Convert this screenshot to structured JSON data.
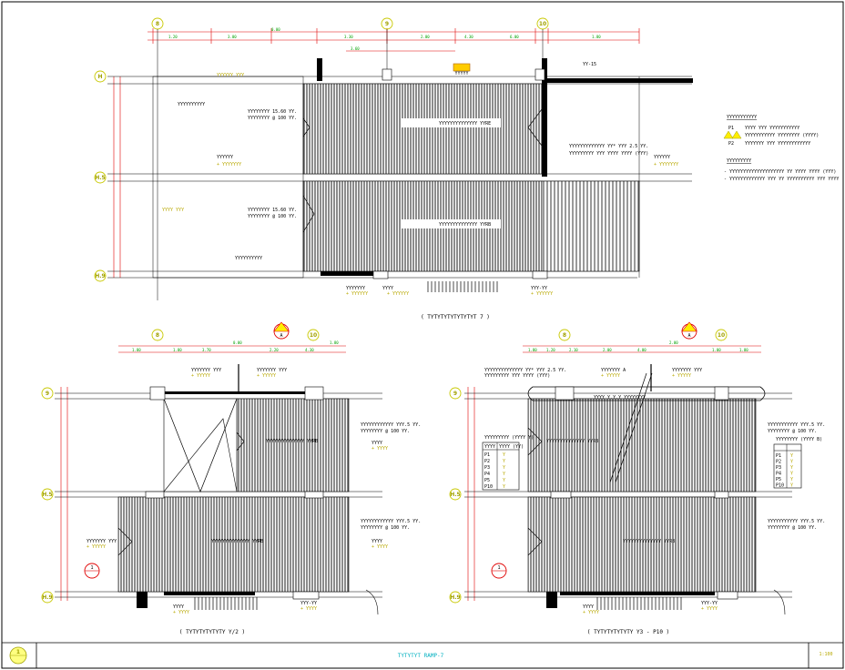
{
  "sheet": {
    "title": "TYTYTYT RAMP-7",
    "sheet_number": "1",
    "scale_note": "1:100"
  },
  "plan_top": {
    "caption": "( TYTYTYTYTYTYTYT 7 )",
    "grid_labels_top": [
      "8",
      "9",
      "10"
    ],
    "grid_labels_left": [
      "H",
      "H.5",
      "H.9"
    ],
    "dims_top_row": [
      "1.20",
      "3.00",
      "0.00",
      "3.30",
      "2.00",
      "4.30",
      "6.00",
      "1.80"
    ],
    "note_ramp_up": "YYYYYYYYYYYYYY YYRE",
    "note_ramp_down": "YYYYYYYYYYYYYY YYRB",
    "note_top_left": "YYYYYYYY 15.60 YY.",
    "note_bot_left": "YYYYYYYY 15.60 YY.",
    "note_right": "YYYYYYYYYYYYY YY* YYY 2.5 YY.",
    "section_tag": "YY-15",
    "section_tag_2": "YYY-YY",
    "marker_label": "YYYYY"
  },
  "legend": {
    "heading": "YYYYYYYYYYY",
    "items": [
      "YYYY YYY YYYYYYYYYYY",
      "YYYYYYYYYYY YYYYYYYY (YYYY)",
      "YYYYYYY YYY YYYYYYYYYYYY"
    ],
    "notes_heading": "YYYYYYYYY",
    "notes": [
      "- YYYYYYYYYYYYYYYYYYYY YY YYYY YYYY (YYY)",
      "- YYYYYYYYYYYYY YYY YY YYYYYYYYYY YYY YYYY"
    ]
  },
  "plan_left": {
    "caption": "( TYTYTYTYTYTY Y/2 )",
    "grid_labels_top": [
      "8",
      "10"
    ],
    "grid_labels_left": [
      "9",
      "H.5",
      "H.9"
    ],
    "section_mark": "A",
    "section_mark_2": "1",
    "note_stair": "YYYYYYYYYYYYYY YYRB",
    "note_right_1": "YYYYYYYYYYYY YYY.5 YY.",
    "note_right_2": "YYYYYYYYYYYY YYY.5 YY.",
    "tag": "YYY-YY"
  },
  "plan_right": {
    "caption": "( TYTYTYTYTYTY Y3 - P10 )",
    "grid_labels_top": [
      "8",
      "10"
    ],
    "grid_labels_left": [
      "9",
      "H.5",
      "H.9"
    ],
    "section_mark": "A",
    "section_mark_2": "1",
    "note_top": "YYYYYYYYYYYYYY YY* YYY 2.5 YY.",
    "table_header": "YYYYYYYYY (YYYY Y)",
    "table_cols": [
      "YYYY",
      "YYYY (YY)"
    ],
    "table_rows": [
      [
        "P1",
        "Y"
      ],
      [
        "P2",
        "Y"
      ],
      [
        "P3",
        "Y"
      ],
      [
        "P4",
        "Y"
      ],
      [
        "P5",
        "Y"
      ],
      [
        "P10",
        "Y"
      ]
    ],
    "table2_header": "YYYYYYYY (YYYY B)",
    "tag": "YYY-YY"
  },
  "colors": {
    "dim_red": "#e00000",
    "grid_yellow": "#c8c800",
    "cyan": "#00b0c0",
    "green": "#00a000",
    "hatch": "#000000"
  }
}
